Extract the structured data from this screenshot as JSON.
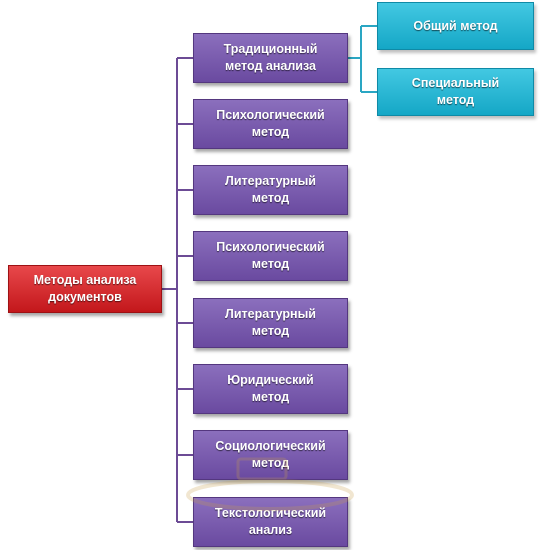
{
  "colors": {
    "root": "#d42a2d",
    "method": "#7a5aae",
    "sub": "#2bb9d7",
    "connector_main": "#6c4b95",
    "connector_sub": "#2aa6c3"
  },
  "root": {
    "label": "Методы анализа\nдокументов"
  },
  "methods": [
    {
      "label": "Традиционный\nметод анализа"
    },
    {
      "label": "Психологический\nметод"
    },
    {
      "label": "Литературный\nметод"
    },
    {
      "label": "Психологический\nметод"
    },
    {
      "label": "Литературный\nметод"
    },
    {
      "label": "Юридический\nметод"
    },
    {
      "label": "Социологический\nметод"
    },
    {
      "label": "Текстологический\nанализ"
    }
  ],
  "submethods": [
    {
      "label": "Общий метод"
    },
    {
      "label": "Специальный\nметод"
    }
  ]
}
